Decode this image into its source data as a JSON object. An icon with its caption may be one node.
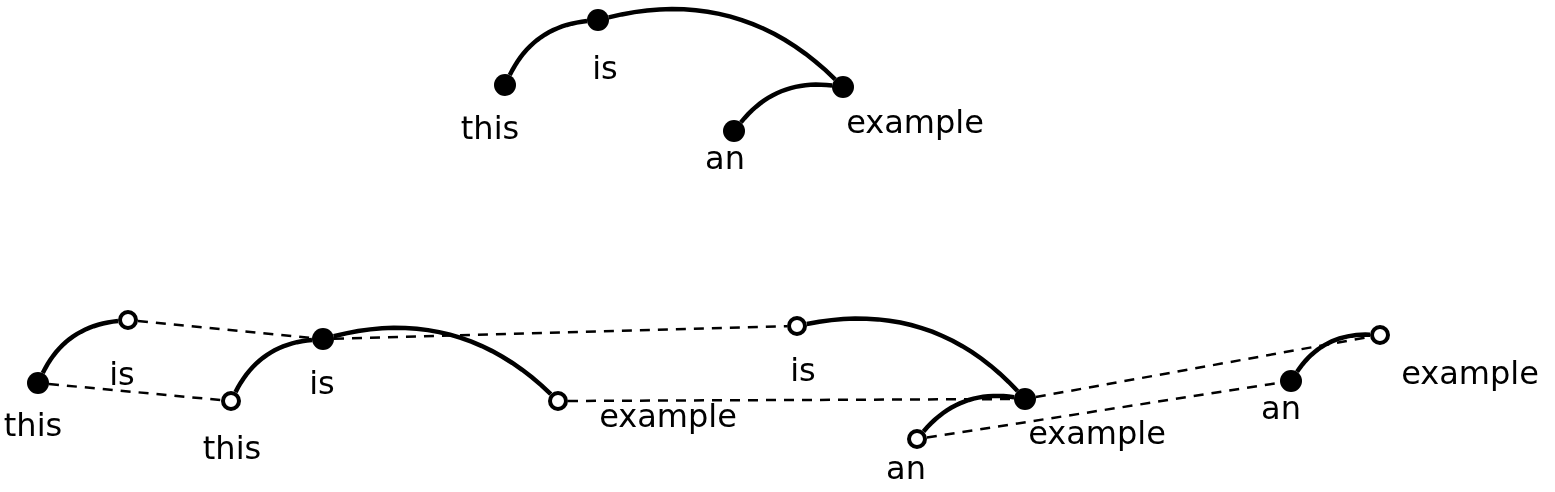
{
  "diagram": {
    "nodes": [
      {
        "text": [],
        "shape": "circle",
        "beside": [
          "this"
        ]
      },
      {
        "text": [],
        "shape": "circle",
        "beside": [
          "is"
        ]
      },
      {
        "text": [],
        "shape": "circle",
        "beside": [
          "example"
        ]
      },
      {
        "text": [],
        "shape": "circle",
        "beside": [
          "an"
        ]
      },
      {
        "text": [],
        "shape": "circle",
        "beside": [
          "this"
        ]
      },
      {
        "text": [],
        "shape": "ring",
        "beside": [
          "is"
        ]
      },
      {
        "text": [],
        "shape": "ring",
        "beside": [
          "this"
        ]
      },
      {
        "text": [],
        "shape": "circle",
        "beside": [
          "is"
        ]
      },
      {
        "text": [],
        "shape": "ring",
        "beside": [
          "example"
        ]
      },
      {
        "text": [],
        "shape": "ring",
        "beside": [
          "is"
        ]
      },
      {
        "text": [],
        "shape": "ring",
        "beside": [
          "an"
        ]
      },
      {
        "text": [],
        "shape": "circle",
        "beside": [
          "example"
        ]
      },
      {
        "text": [],
        "shape": "circle",
        "beside": [
          "an"
        ]
      },
      {
        "text": [],
        "shape": "ring",
        "beside": [
          "example"
        ]
      }
    ],
    "edges": [
      {
        "from": 0,
        "to": 1,
        "arrow": "none"
      },
      {
        "from": 1,
        "to": 2,
        "arrow": "none"
      },
      {
        "from": 3,
        "to": 2,
        "arrow": "none"
      },
      {
        "from": 4,
        "to": 5,
        "arrow": "none"
      },
      {
        "from": 6,
        "to": 7,
        "arrow": "none"
      },
      {
        "from": 7,
        "to": 8,
        "arrow": "none"
      },
      {
        "from": 9,
        "to": 11,
        "arrow": "none"
      },
      {
        "from": 10,
        "to": 11,
        "arrow": "none"
      },
      {
        "from": 12,
        "to": 13,
        "arrow": "none"
      },
      {
        "from": 5,
        "to": 7,
        "arrow": "none",
        "style": "dashed"
      },
      {
        "from": 4,
        "to": 6,
        "arrow": "none",
        "style": "dashed"
      },
      {
        "from": 7,
        "to": 9,
        "arrow": "none",
        "style": "dashed"
      },
      {
        "from": 8,
        "to": 11,
        "arrow": "none",
        "style": "dashed"
      },
      {
        "from": 11,
        "to": 13,
        "arrow": "none",
        "style": "dashed"
      },
      {
        "from": 10,
        "to": 12,
        "arrow": "none",
        "style": "dashed"
      }
    ]
  }
}
